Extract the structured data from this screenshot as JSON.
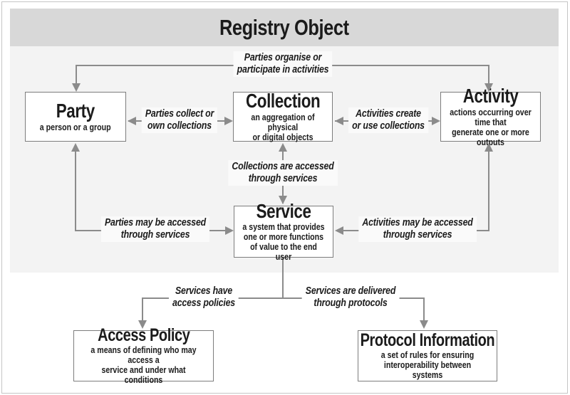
{
  "title": "Registry Object",
  "nodes": {
    "party": {
      "title": "Party",
      "subtitle": "a person or a group"
    },
    "collection": {
      "title": "Collection",
      "subtitle": "an aggregation of physical\nor digital objects"
    },
    "activity": {
      "title": "Activity",
      "subtitle": "actions occurring over time that\ngenerate one or more outputs"
    },
    "service": {
      "title": "Service",
      "subtitle": "a system that provides\none or more functions\nof value to the end user"
    },
    "access_policy": {
      "title": "Access Policy",
      "subtitle": "a means of defining who may access a\nservice and under what conditions"
    },
    "protocol_information": {
      "title": "Protocol Information",
      "subtitle": "a set of rules for ensuring\ninteroperability between systems"
    }
  },
  "edge_labels": {
    "party_activity": "Parties organise or\nparticipate in activities",
    "party_collection": "Parties collect or\nown collections",
    "collection_activity": "Activities create\nor use collections",
    "collection_service": "Collections are accessed\nthrough services",
    "party_service": "Parties may be accessed\nthrough services",
    "activity_service": "Activities may be accessed\nthrough services",
    "service_access_policy": "Services have\naccess policies",
    "service_protocol": "Services are delivered\nthrough protocols"
  },
  "colors": {
    "title_bar_bg": "#d8d8d8",
    "panel_bg": "#f3f3f3",
    "box_bg": "#ffffff",
    "box_border": "#7d7d7d",
    "arrow_line": "#8b8b8b",
    "text": "#1b1b1b",
    "label_bg": "#fafafa"
  }
}
